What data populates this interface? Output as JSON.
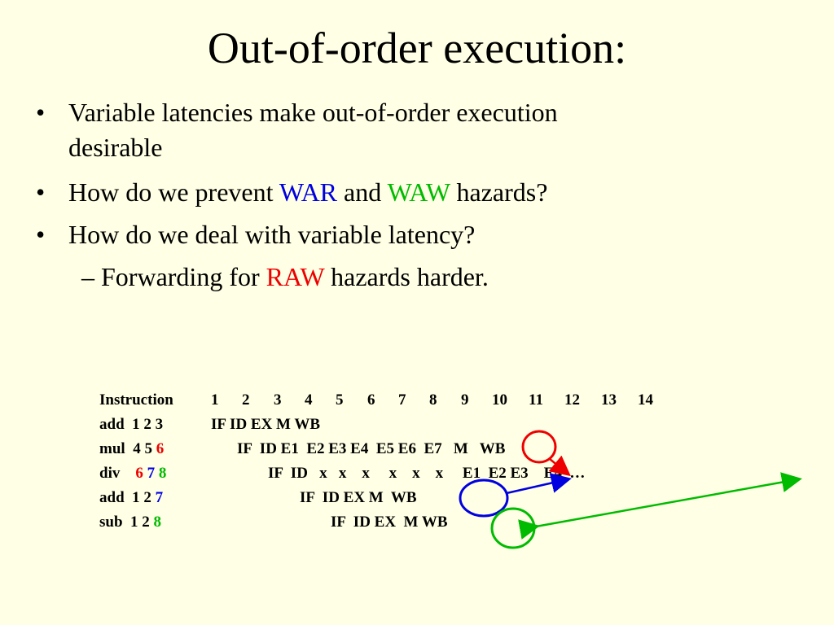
{
  "slide": {
    "title": "Out-of-order execution:",
    "bullet1_line1": "Variable latencies make out-of-order execution",
    "bullet1_line2": "desirable",
    "bullet2_pre": "How do we prevent ",
    "bullet2_war": "WAR",
    "bullet2_mid": " and ",
    "bullet2_waw": "WAW",
    "bullet2_post": " hazards?",
    "bullet3": "How do we deal with variable latency?",
    "sub_dash": "–",
    "sub_pre": "Forwarding for ",
    "sub_raw": "RAW",
    "sub_post": " hazards harder.",
    "bullet_symbol": "•"
  },
  "pipeline": {
    "header_label": "Instruction",
    "cycles": [
      "1",
      "2",
      "3",
      "4",
      "5",
      "6",
      "7",
      "8",
      "9",
      "10",
      "11",
      "12",
      "13",
      "14"
    ],
    "rows": [
      {
        "op": "add",
        "regs": "1 2 3",
        "reg_colored": "",
        "stages": "IF ID EX M WB"
      },
      {
        "op": "mul",
        "regs": "4 5 ",
        "reg_colored": "6",
        "stages": "IF  ID E1  E2 E3 E4  E5 E6  E7   M   WB"
      },
      {
        "op": "div",
        "regs": "",
        "r1": "6",
        "r2": "7",
        "r3": "8",
        "stages": "IF  ID   x   x    x     x    x    x     E1  E2 E3    E4  …"
      },
      {
        "op": "add",
        "regs": "1 2 ",
        "reg_colored": "7",
        "stages": "IF  ID EX M  WB"
      },
      {
        "op": "sub",
        "regs": "1 2 ",
        "reg_colored": "8",
        "stages": "IF  ID EX  M WB"
      }
    ]
  },
  "colors": {
    "background": "#FFFFE5",
    "red": "#EE0000",
    "blue": "#0000E0",
    "green": "#00BB00"
  }
}
